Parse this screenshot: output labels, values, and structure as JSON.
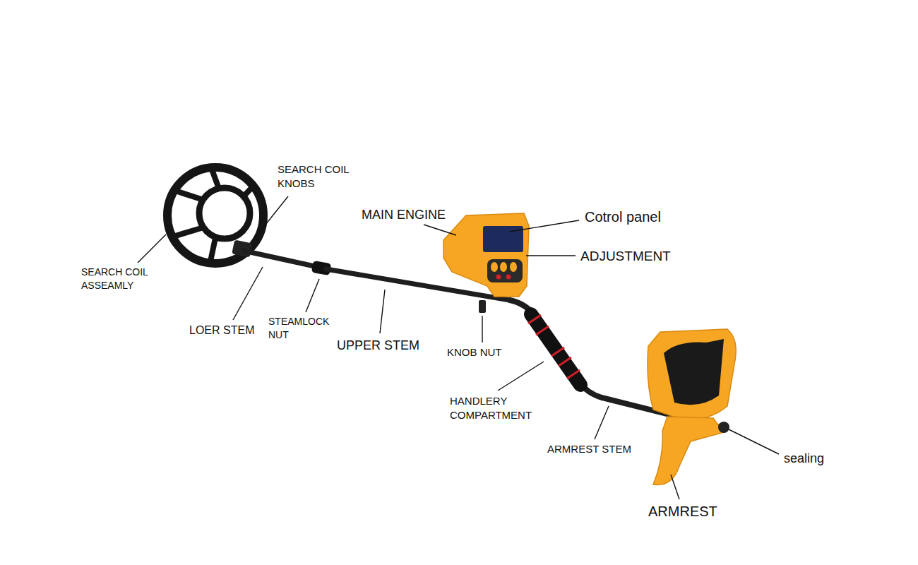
{
  "diagram": {
    "labels": [
      "SEARCH COIL KNOBS",
      "MAIN ENGINE",
      "Cotrol panel",
      "ADJUSTMENT",
      "SEARCH COIL ASSEAMLY",
      "LOER STEM",
      "STEAMLOCK NUT",
      "UPPER STEM",
      "KNOB NUT",
      "HANDLERY COMPARTMENT",
      "ARMREST STEM",
      "sealing",
      "ARMREST"
    ]
  }
}
